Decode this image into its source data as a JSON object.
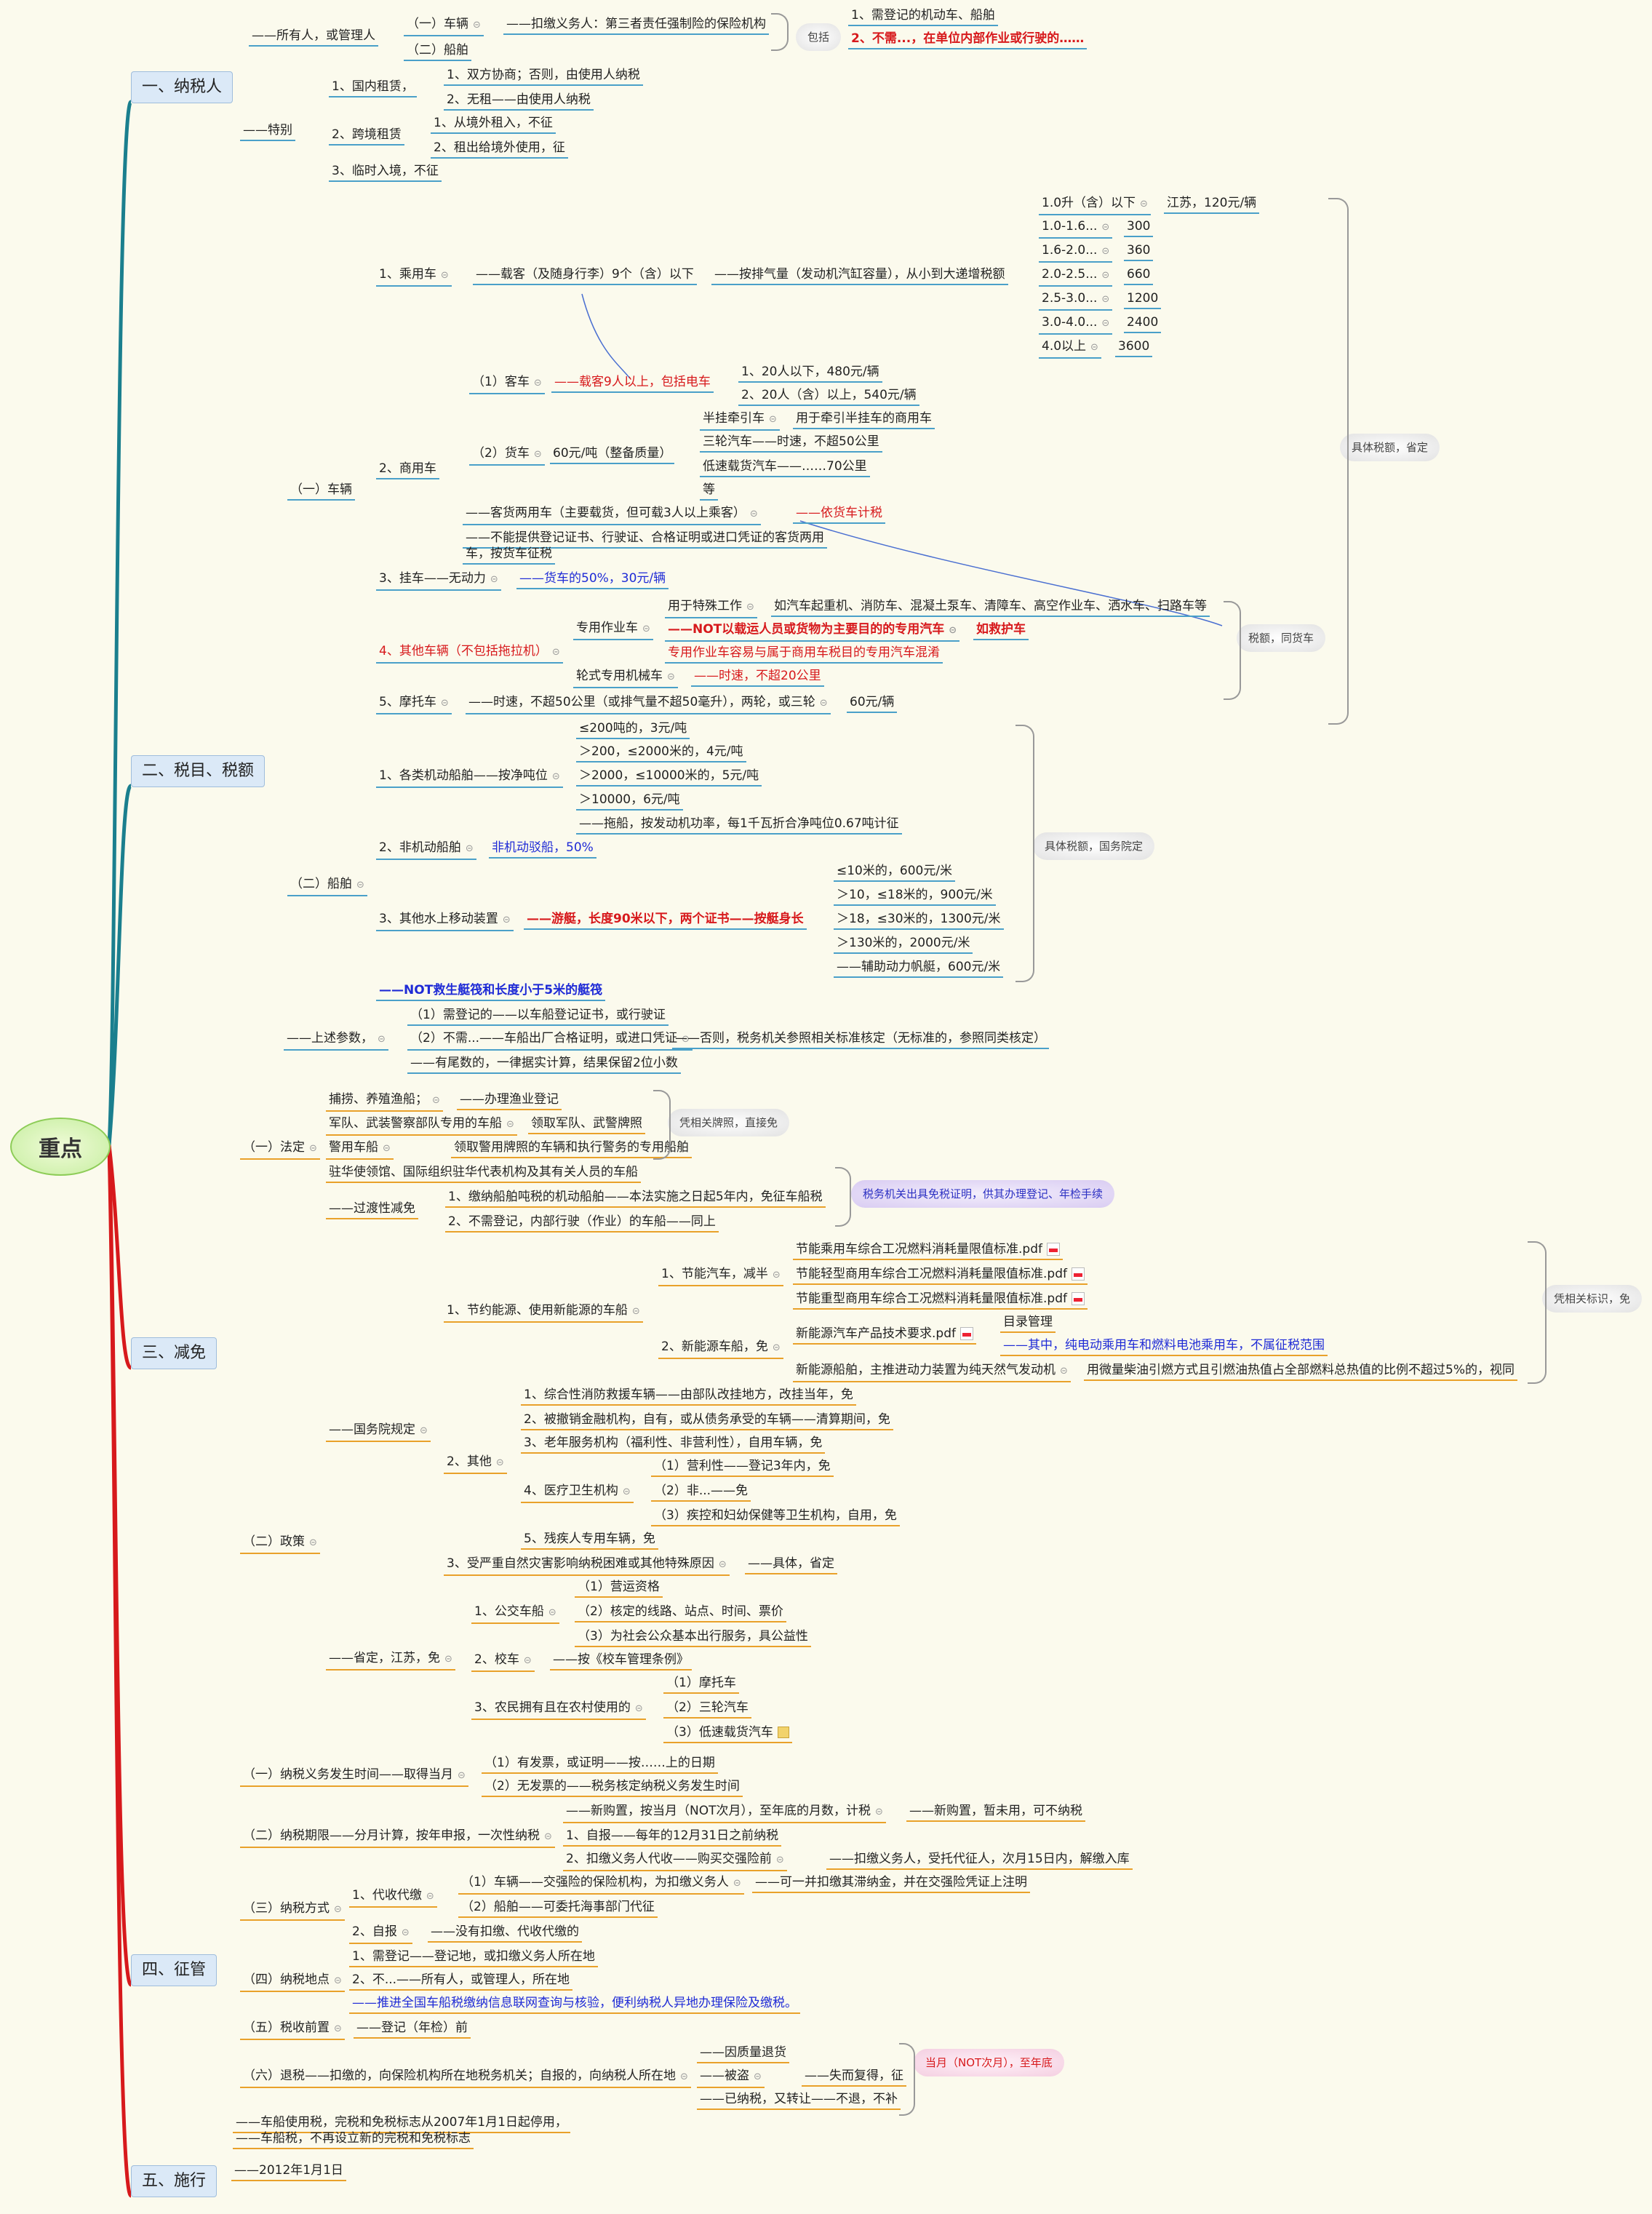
{
  "colors": {
    "teal": "#1a7f8e",
    "blue": "#4aa0c9",
    "red": "#d7191c",
    "orange": "#e9a12a",
    "root_border": "#8dcc57"
  },
  "root": "重点",
  "nodes": [
    {
      "id": "c1",
      "t": "一、纳税人",
      "s": "m1"
    },
    {
      "id": "c1a",
      "t": "——所有人，或管理人"
    },
    {
      "id": "c1a1",
      "t": "（一）车辆",
      "i": "dot"
    },
    {
      "id": "c1a1x",
      "t": "——扣缴义务人：第三者责任强制险的保险机构"
    },
    {
      "id": "c1a2",
      "t": "（二）船舶"
    },
    {
      "id": "c1inc",
      "t": "包括",
      "s": "note"
    },
    {
      "id": "c1inc1",
      "t": "1、需登记的机动车、船舶"
    },
    {
      "id": "c1inc2",
      "t": "2、不需...，在单位内部作业或行驶的……",
      "c": "red bold"
    },
    {
      "id": "c1b",
      "t": "——特别"
    },
    {
      "id": "c1b1",
      "t": "1、国内租赁，"
    },
    {
      "id": "c1b1a",
      "t": "1、双方协商；否则，由使用人纳税"
    },
    {
      "id": "c1b1b",
      "t": "2、无租——由使用人纳税"
    },
    {
      "id": "c1b2",
      "t": "2、跨境租赁"
    },
    {
      "id": "c1b2a",
      "t": "1、从境外租入，不征"
    },
    {
      "id": "c1b2b",
      "t": "2、租出给境外使用，征"
    },
    {
      "id": "c1b3",
      "t": "3、临时入境，不征"
    },
    {
      "id": "c2",
      "t": "二、税目、税额",
      "s": "m1"
    },
    {
      "id": "v",
      "t": "（一）车辆"
    },
    {
      "id": "v1",
      "t": "1、乘用车",
      "i": "dot"
    },
    {
      "id": "v1a",
      "t": "——载客（及随身行李）9个（含）以下"
    },
    {
      "id": "v1b",
      "t": "——按排气量（发动机汽缸容量），从小到大递增税额"
    },
    {
      "id": "d1",
      "t": "1.0升（含）以下",
      "i": "dot"
    },
    {
      "id": "d1v",
      "t": "江苏，120元/辆"
    },
    {
      "id": "d2",
      "t": "1.0-1.6...",
      "i": "dot"
    },
    {
      "id": "d2v",
      "t": "300"
    },
    {
      "id": "d3",
      "t": "1.6-2.0...",
      "i": "dot"
    },
    {
      "id": "d3v",
      "t": "360"
    },
    {
      "id": "d4",
      "t": "2.0-2.5...",
      "i": "dot"
    },
    {
      "id": "d4v",
      "t": "660"
    },
    {
      "id": "d5",
      "t": "2.5-3.0...",
      "i": "dot"
    },
    {
      "id": "d5v",
      "t": "1200"
    },
    {
      "id": "d6",
      "t": "3.0-4.0...",
      "i": "dot"
    },
    {
      "id": "d6v",
      "t": "2400"
    },
    {
      "id": "d7",
      "t": "4.0以上",
      "i": "dot"
    },
    {
      "id": "d7v",
      "t": "3600"
    },
    {
      "id": "v2",
      "t": "2、商用车"
    },
    {
      "id": "v2a",
      "t": "（1）客车",
      "i": "dot"
    },
    {
      "id": "v2ax",
      "t": "——载客9人以上，包括电车",
      "c": "red"
    },
    {
      "id": "v2a1",
      "t": "1、20人以下，480元/辆"
    },
    {
      "id": "v2a2",
      "t": "2、20人（含）以上，540元/辆"
    },
    {
      "id": "v2b",
      "t": "（2）货车",
      "i": "dot"
    },
    {
      "id": "v2bx",
      "t": "60元/吨（整备质量）"
    },
    {
      "id": "v2b1",
      "t": "半挂牵引车",
      "i": "dot"
    },
    {
      "id": "v2b1x",
      "t": "用于牵引半挂车的商用车"
    },
    {
      "id": "v2b2",
      "t": "三轮汽车——时速，不超50公里"
    },
    {
      "id": "v2b3",
      "t": "低速载货汽车——……70公里"
    },
    {
      "id": "v2b4",
      "t": "等"
    },
    {
      "id": "v2c",
      "t": "——客货两用车（主要载货，但可载3人以上乘客）",
      "i": "dot"
    },
    {
      "id": "v2cx",
      "t": "——依货车计税",
      "c": "red"
    },
    {
      "id": "v2d",
      "t": "——不能提供登记证书、行驶证、合格证明或进口凭证的客货两用"
    },
    {
      "id": "v2d2",
      "t": "车，按货车征税"
    },
    {
      "id": "v3",
      "t": "3、挂车——无动力",
      "i": "dot"
    },
    {
      "id": "v3x",
      "t": "——货车的50%，30元/辆",
      "c": "blue"
    },
    {
      "id": "v4",
      "t": "4、其他车辆（不包括拖拉机）",
      "c": "red",
      "i": "dot"
    },
    {
      "id": "v4a",
      "t": "专用作业车",
      "i": "dot"
    },
    {
      "id": "v4a1",
      "t": "用于特殊工作",
      "i": "dot"
    },
    {
      "id": "v4a1x",
      "t": "如汽车起重机、消防车、混凝土泵车、清障车、高空作业车、洒水车、扫路车等"
    },
    {
      "id": "v4a2",
      "t": "——NOT以载运人员或货物为主要目的的专用汽车",
      "c": "red bold",
      "i": "dot"
    },
    {
      "id": "v4a2x",
      "t": "如救护车",
      "c": "red bold"
    },
    {
      "id": "v4a3",
      "t": "专用作业车容易与属于商用车税目的专用汽车混淆",
      "c": "red"
    },
    {
      "id": "v4b",
      "t": "轮式专用机械车",
      "i": "dot"
    },
    {
      "id": "v4bx",
      "t": "——时速，不超20公里",
      "c": "red"
    },
    {
      "id": "v5",
      "t": "5、摩托车",
      "i": "dot"
    },
    {
      "id": "v5x",
      "t": "——时速，不超50公里（或排气量不超50毫升），两轮，或三轮",
      "i": "dot"
    },
    {
      "id": "v5y",
      "t": "60元/辆"
    },
    {
      "id": "nt1",
      "t": "具体税额，省定",
      "s": "note"
    },
    {
      "id": "nt2",
      "t": "税额，同货车",
      "s": "note"
    },
    {
      "id": "s",
      "t": "（二）船舶",
      "i": "dot"
    },
    {
      "id": "s1",
      "t": "1、各类机动船舶——按净吨位",
      "i": "dot"
    },
    {
      "id": "s1a",
      "t": "≤200吨的，3元/吨"
    },
    {
      "id": "s1b",
      "t": "＞200，≤2000米的，4元/吨"
    },
    {
      "id": "s1c",
      "t": "＞2000，≤10000米的，5元/吨"
    },
    {
      "id": "s1d",
      "t": "＞10000，6元/吨"
    },
    {
      "id": "s1e",
      "t": "——拖船，按发动机功率，每1千瓦折合净吨位0.67吨计征"
    },
    {
      "id": "s2",
      "t": "2、非机动船舶",
      "i": "dot"
    },
    {
      "id": "s2x",
      "t": "非机动驳船，50%",
      "c": "blue"
    },
    {
      "id": "s3",
      "t": "3、其他水上移动装置",
      "i": "dot"
    },
    {
      "id": "s3x",
      "t": "——游艇，长度90米以下，两个证书——按艇身长",
      "c": "red bold"
    },
    {
      "id": "s3a",
      "t": "≤10米的，600元/米"
    },
    {
      "id": "s3b",
      "t": "＞10，≤18米的，900元/米"
    },
    {
      "id": "s3c",
      "t": "＞18，≤30米的，1300元/米"
    },
    {
      "id": "s3d",
      "t": "＞130米的，2000元/米"
    },
    {
      "id": "s3e",
      "t": "——辅助动力帆艇，600元/米"
    },
    {
      "id": "s4",
      "t": "——NOT救生艇筏和长度小于5米的艇筏",
      "c": "blue bold"
    },
    {
      "id": "nt3",
      "t": "具体税额，国务院定",
      "s": "note"
    },
    {
      "id": "p",
      "t": "——上述参数，",
      "i": "dot"
    },
    {
      "id": "p1",
      "t": "（1）需登记的——以车船登记证书，或行驶证"
    },
    {
      "id": "p2",
      "t": "（2）不需...——车船出厂合格证明，或进口凭证",
      "i": "dot"
    },
    {
      "id": "p2x",
      "t": "——否则，税务机关参照相关标准核定（无标准的，参照同类核定）"
    },
    {
      "id": "p3",
      "t": "——有尾数的，一律据实计算，结果保留2位小数"
    },
    {
      "id": "c3",
      "t": "三、减免",
      "s": "m1"
    },
    {
      "id": "r1",
      "t": "（一）法定",
      "i": "dot"
    },
    {
      "id": "r1a",
      "t": "捕捞、养殖渔船；",
      "i": "dot"
    },
    {
      "id": "r1ax",
      "t": "——办理渔业登记"
    },
    {
      "id": "r1b",
      "t": "军队、武装警察部队专用的车船",
      "i": "dot"
    },
    {
      "id": "r1bx",
      "t": "领取军队、武警牌照"
    },
    {
      "id": "r1c",
      "t": "警用车船",
      "i": "dot"
    },
    {
      "id": "r1cx",
      "t": "领取警用牌照的车辆和执行警务的专用船舶"
    },
    {
      "id": "r1d",
      "t": "驻华使领馆、国际组织驻华代表机构及其有关人员的车船"
    },
    {
      "id": "r1e",
      "t": "——过渡性减免"
    },
    {
      "id": "r1e1",
      "t": "1、缴纳船舶吨税的机动船舶——本法实施之日起5年内，免征车船税"
    },
    {
      "id": "r1e2",
      "t": "2、不需登记，内部行驶（作业）的车船——同上"
    },
    {
      "id": "nt4",
      "t": "凭相关牌照，直接免",
      "s": "note"
    },
    {
      "id": "nt5",
      "t": "税务机关出具免税证明，供其办理登记、年检手续",
      "s": "purple"
    },
    {
      "id": "r2",
      "t": "（二）政策",
      "i": "dot"
    },
    {
      "id": "r2a",
      "t": "——国务院规定",
      "i": "dot"
    },
    {
      "id": "r2a1",
      "t": "1、节约能源、使用新能源的车船",
      "i": "dot"
    },
    {
      "id": "e1",
      "t": "1、节能汽车，减半",
      "i": "dot"
    },
    {
      "id": "e1a",
      "t": "节能乘用车综合工况燃料消耗量限值标准.pdf",
      "i": "pdf"
    },
    {
      "id": "e1b",
      "t": "节能轻型商用车综合工况燃料消耗量限值标准.pdf",
      "i": "pdf"
    },
    {
      "id": "e1c",
      "t": "节能重型商用车综合工况燃料消耗量限值标准.pdf",
      "i": "pdf"
    },
    {
      "id": "e2",
      "t": "2、新能源车船，免",
      "i": "dot"
    },
    {
      "id": "e2a",
      "t": "新能源汽车产品技术要求.pdf",
      "i": "pdf"
    },
    {
      "id": "e2a1",
      "t": "目录管理"
    },
    {
      "id": "e2a2",
      "t": "——其中，纯电动乘用车和燃料电池乘用车，不属征税范围",
      "c": "blue"
    },
    {
      "id": "e2b",
      "t": "新能源船舶，主推进动力装置为纯天然气发动机",
      "i": "dot"
    },
    {
      "id": "e2bx",
      "t": "用微量柴油引燃方式且引燃油热值占全部燃料总热值的比例不超过5%的，视同"
    },
    {
      "id": "nt6",
      "t": "凭相关标识，免",
      "s": "note"
    },
    {
      "id": "r2a2",
      "t": "2、其他",
      "i": "dot"
    },
    {
      "id": "o1",
      "t": "1、综合性消防救援车辆——由部队改挂地方，改挂当年，免"
    },
    {
      "id": "o2",
      "t": "2、被撤销金融机构，自有，或从债务承受的车辆——清算期间，免"
    },
    {
      "id": "o3",
      "t": "3、老年服务机构（福利性、非营利性），自用车辆，免"
    },
    {
      "id": "o4",
      "t": "4、医疗卫生机构",
      "i": "dot"
    },
    {
      "id": "o4a",
      "t": "（1）营利性——登记3年内，免"
    },
    {
      "id": "o4b",
      "t": "（2）非...——免"
    },
    {
      "id": "o4c",
      "t": "（3）疾控和妇幼保健等卫生机构，自用，免"
    },
    {
      "id": "o5",
      "t": "5、残疾人专用车辆，免"
    },
    {
      "id": "r2a3",
      "t": "3、受严重自然灾害影响纳税困难或其他特殊原因",
      "i": "dot"
    },
    {
      "id": "r2a3x",
      "t": "——具体，省定"
    },
    {
      "id": "r2b",
      "t": "——省定，江苏，免",
      "i": "dot"
    },
    {
      "id": "b1",
      "t": "1、公交车船",
      "i": "dot"
    },
    {
      "id": "b1a",
      "t": "（1）营运资格"
    },
    {
      "id": "b1b",
      "t": "（2）核定的线路、站点、时间、票价"
    },
    {
      "id": "b1c",
      "t": "（3）为社会公众基本出行服务，具公益性"
    },
    {
      "id": "b2",
      "t": "2、校车",
      "i": "dot"
    },
    {
      "id": "b2x",
      "t": "——按《校车管理条例》"
    },
    {
      "id": "b3",
      "t": "3、农民拥有且在农村使用的",
      "i": "dot"
    },
    {
      "id": "b3a",
      "t": "（1）摩托车"
    },
    {
      "id": "b3b",
      "t": "（2）三轮汽车"
    },
    {
      "id": "b3c",
      "t": "（3）低速载货汽车",
      "i": "memo"
    },
    {
      "id": "c4",
      "t": "四、征管",
      "s": "m1"
    },
    {
      "id": "g1",
      "t": "（一）纳税义务发生时间——取得当月",
      "i": "dot"
    },
    {
      "id": "g1a",
      "t": "（1）有发票，或证明——按……上的日期"
    },
    {
      "id": "g1b",
      "t": "（2）无发票的——税务核定纳税义务发生时间"
    },
    {
      "id": "g2",
      "t": "（二）纳税期限——分月计算，按年申报，一次性纳税",
      "i": "dot"
    },
    {
      "id": "g2a",
      "t": "——新购置，按当月（NOT次月），至年底的月数，计税",
      "i": "dot"
    },
    {
      "id": "g2ax",
      "t": "——新购置，暂未用，可不纳税"
    },
    {
      "id": "g2b",
      "t": "1、自报——每年的12月31日之前纳税"
    },
    {
      "id": "g2c",
      "t": "2、扣缴义务人代收——购买交强险前",
      "i": "dot"
    },
    {
      "id": "g2cx",
      "t": "——扣缴义务人，受托代征人，次月15日内，解缴入库"
    },
    {
      "id": "g3",
      "t": "（三）纳税方式",
      "i": "dot"
    },
    {
      "id": "g3a",
      "t": "1、代收代缴",
      "i": "dot"
    },
    {
      "id": "g3a1",
      "t": "（1）车辆——交强险的保险机构，为扣缴义务人",
      "i": "dot"
    },
    {
      "id": "g3a1x",
      "t": "——可一并扣缴其滞纳金，并在交强险凭证上注明"
    },
    {
      "id": "g3a2",
      "t": "（2）船舶——可委托海事部门代征"
    },
    {
      "id": "g3b",
      "t": "2、自报",
      "i": "dot"
    },
    {
      "id": "g3bx",
      "t": "——没有扣缴、代收代缴的"
    },
    {
      "id": "g4",
      "t": "（四）纳税地点",
      "i": "dot"
    },
    {
      "id": "g4a",
      "t": "1、需登记——登记地，或扣缴义务人所在地"
    },
    {
      "id": "g4b",
      "t": "2、不...——所有人，或管理人，所在地"
    },
    {
      "id": "g4c",
      "t": "——推进全国车船税缴纳信息联网查询与核验，便利纳税人异地办理保险及缴税。",
      "c": "blue"
    },
    {
      "id": "g5",
      "t": "（五）税收前置",
      "i": "dot"
    },
    {
      "id": "g5x",
      "t": "——登记（年检）前"
    },
    {
      "id": "g6",
      "t": "（六）退税——扣缴的，向保险机构所在地税务机关；自报的，向纳税人所在地",
      "i": "dot"
    },
    {
      "id": "g6a",
      "t": "——因质量退货"
    },
    {
      "id": "g6b",
      "t": "——被盗",
      "i": "dot"
    },
    {
      "id": "g6bx",
      "t": "——失而复得，征"
    },
    {
      "id": "g6c",
      "t": "——已纳税，又转让——不退，不补"
    },
    {
      "id": "nt7",
      "t": "当月（NOT次月），至年底",
      "s": "pink"
    },
    {
      "id": "g7",
      "t": "——车船使用税，完税和免税标志从2007年1月1日起停用，"
    },
    {
      "id": "g7b",
      "t": "——车船税，不再设立新的完税和免税标志"
    },
    {
      "id": "c5",
      "t": "五、施行",
      "s": "m1"
    },
    {
      "id": "c5x",
      "t": "——2012年1月1日"
    }
  ]
}
